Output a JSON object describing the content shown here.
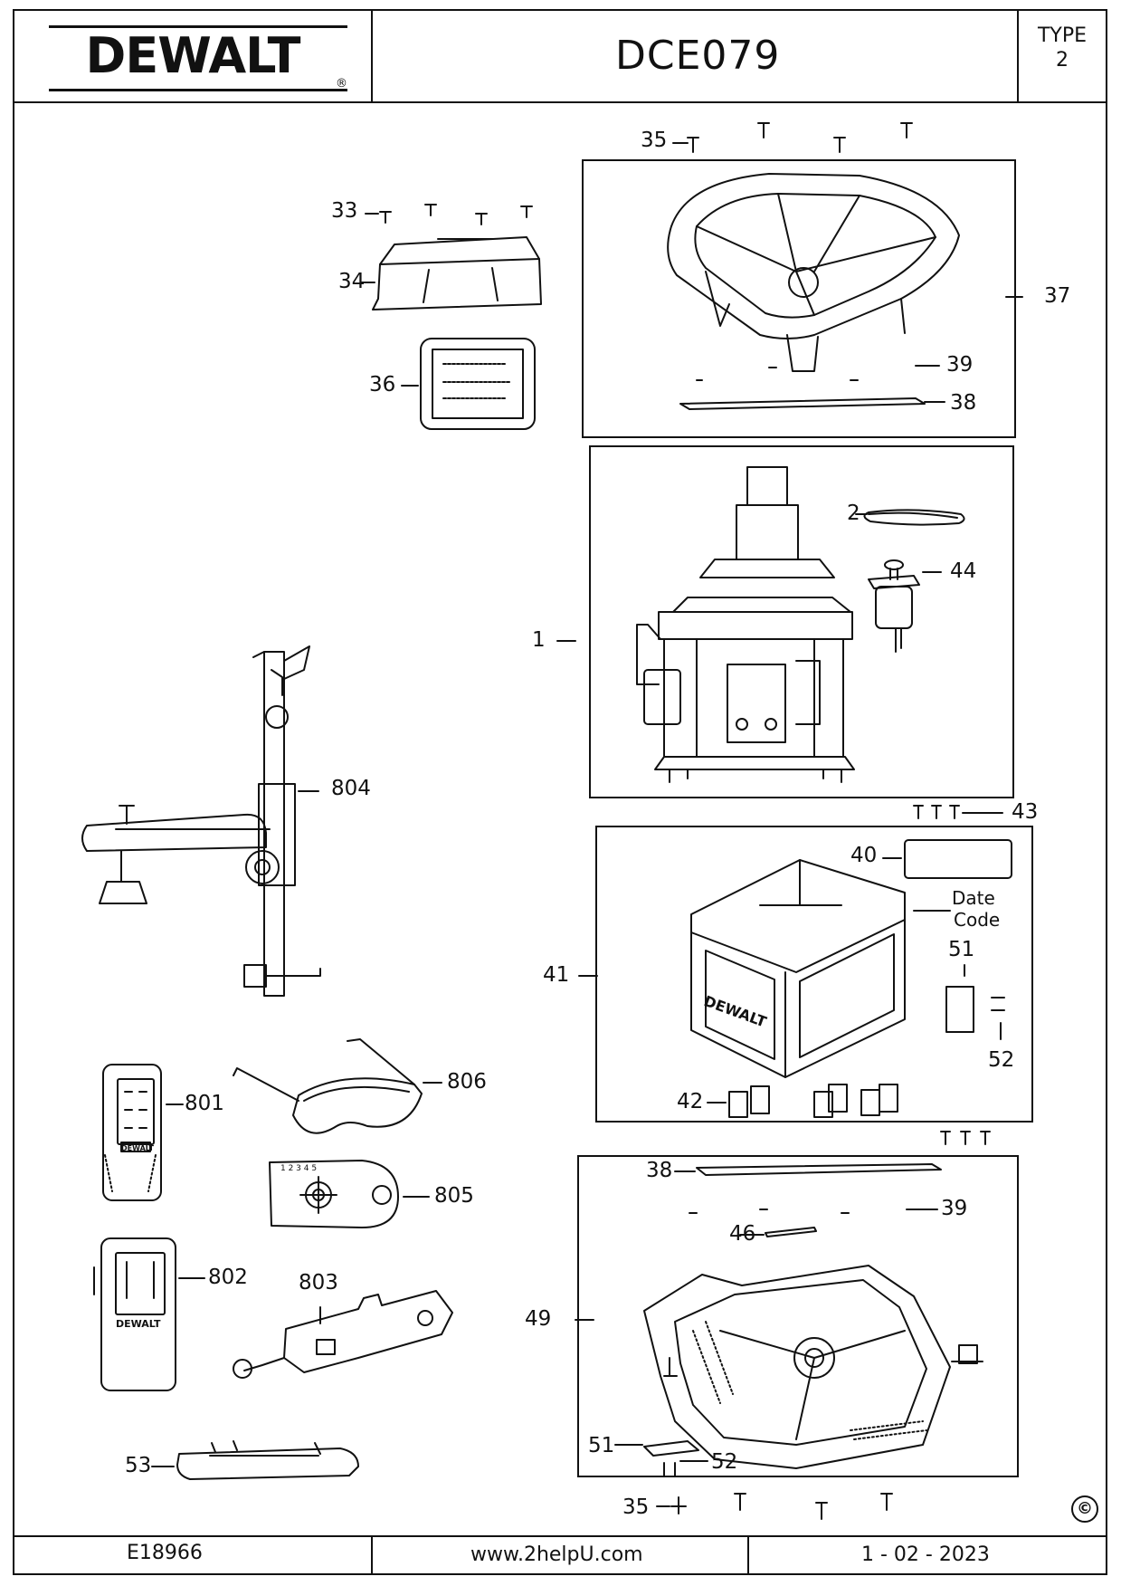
{
  "header": {
    "brand": "DEWALT",
    "model": "DCE079",
    "type_label": "TYPE",
    "type_value": "2"
  },
  "footer": {
    "doc_number": "E18966",
    "website": "www.2helpU.com",
    "date": "1 - 02 - 2023"
  },
  "copyright_symbol": "©",
  "part_labels": {
    "p33": "33",
    "p34": "34",
    "p36": "36",
    "p35_top": "35",
    "p37": "37",
    "p39_top": "39",
    "p38_top": "38",
    "p2": "2",
    "p44": "44",
    "p1": "1",
    "p804": "804",
    "p43": "43",
    "p40": "40",
    "date_code_1": "Date",
    "date_code_2": "Code",
    "p51_top": "51",
    "p41": "41",
    "p52_top": "52",
    "p42": "42",
    "p801": "801",
    "p806": "806",
    "p805": "805",
    "p802": "802",
    "p803": "803",
    "p53": "53",
    "p38_bot": "38",
    "p39_bot": "39",
    "p46": "46",
    "p49": "49",
    "p51_bot": "51",
    "p52_bot": "52",
    "p35_bot": "35"
  },
  "decals": {
    "receiver_brand": "DEWALT",
    "case_brand": "DEWALT",
    "target_text": "1  2  3  4  5"
  }
}
